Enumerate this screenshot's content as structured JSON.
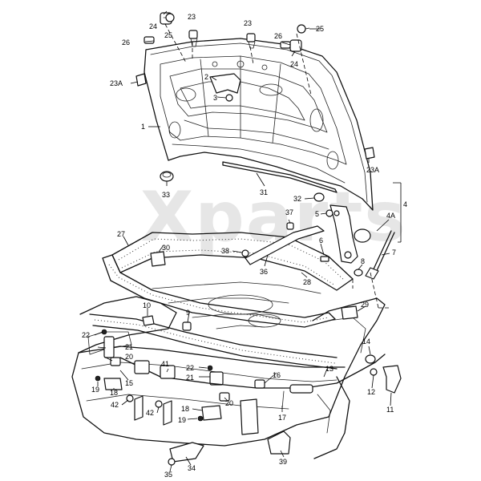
{
  "watermark": "Xparts",
  "callouts": [
    {
      "id": "c24a",
      "text": "24"
    },
    {
      "id": "c25a",
      "text": "25"
    },
    {
      "id": "c26a",
      "text": "26"
    },
    {
      "id": "c23a",
      "text": "23"
    },
    {
      "id": "c23b",
      "text": "23"
    },
    {
      "id": "c26b",
      "text": "26"
    },
    {
      "id": "c25b",
      "text": "25"
    },
    {
      "id": "c24b",
      "text": "24"
    },
    {
      "id": "c2",
      "text": "2"
    },
    {
      "id": "c3",
      "text": "3"
    },
    {
      "id": "c23A_l",
      "text": "23A"
    },
    {
      "id": "c1",
      "text": "1"
    },
    {
      "id": "c23A_r",
      "text": "23A"
    },
    {
      "id": "c33",
      "text": "33"
    },
    {
      "id": "c31",
      "text": "31"
    },
    {
      "id": "c32",
      "text": "32"
    },
    {
      "id": "c4",
      "text": "4"
    },
    {
      "id": "c37",
      "text": "37"
    },
    {
      "id": "c5",
      "text": "5"
    },
    {
      "id": "c4A",
      "text": "4A"
    },
    {
      "id": "c27",
      "text": "27"
    },
    {
      "id": "c30",
      "text": "30"
    },
    {
      "id": "c6",
      "text": "6"
    },
    {
      "id": "c38",
      "text": "38"
    },
    {
      "id": "c7",
      "text": "7"
    },
    {
      "id": "c8",
      "text": "8"
    },
    {
      "id": "c36",
      "text": "36"
    },
    {
      "id": "c28",
      "text": "28"
    },
    {
      "id": "c29",
      "text": "29"
    },
    {
      "id": "c10",
      "text": "10"
    },
    {
      "id": "c9",
      "text": "9"
    },
    {
      "id": "c22a",
      "text": "22"
    },
    {
      "id": "c21a",
      "text": "21"
    },
    {
      "id": "c20a",
      "text": "20"
    },
    {
      "id": "c14",
      "text": "14"
    },
    {
      "id": "c22b",
      "text": "22"
    },
    {
      "id": "c41",
      "text": "41"
    },
    {
      "id": "c21b",
      "text": "21"
    },
    {
      "id": "c16",
      "text": "16"
    },
    {
      "id": "c13",
      "text": "13"
    },
    {
      "id": "c15",
      "text": "15"
    },
    {
      "id": "c19a",
      "text": "19"
    },
    {
      "id": "c18a",
      "text": "18"
    },
    {
      "id": "c42a",
      "text": "42"
    },
    {
      "id": "c42b",
      "text": "42"
    },
    {
      "id": "c12",
      "text": "12"
    },
    {
      "id": "c20b",
      "text": "20"
    },
    {
      "id": "c18b",
      "text": "18"
    },
    {
      "id": "c19b",
      "text": "19"
    },
    {
      "id": "c17",
      "text": "17"
    },
    {
      "id": "c11",
      "text": "11"
    },
    {
      "id": "c34",
      "text": "34"
    },
    {
      "id": "c35",
      "text": "35"
    },
    {
      "id": "c39",
      "text": "39"
    }
  ]
}
